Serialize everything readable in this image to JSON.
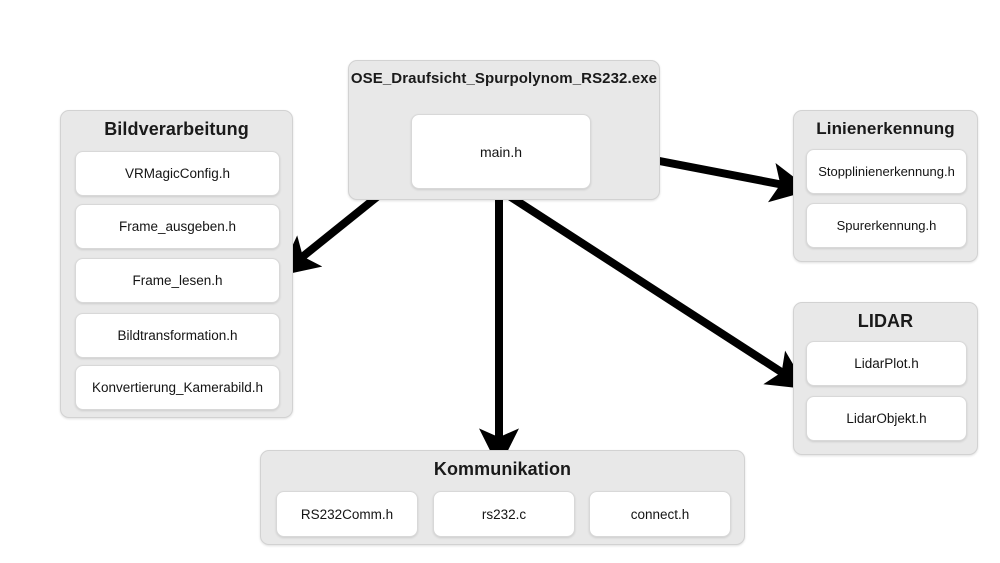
{
  "diagram": {
    "title": "OSE_Draufsicht_Spurpolynom_RS232.exe",
    "background_color": "#ffffff",
    "group_fill_color": "#e8e8e8",
    "node_fill_color": "#ffffff",
    "arrow_color": "#000000",
    "executable": {
      "label": "OSE_Draufsicht_Spurpolynom_RS232.exe",
      "nodes": [
        {
          "label": "main.h"
        }
      ]
    },
    "groups": [
      {
        "id": "bildverarbeitung",
        "title": "Bildverarbeitung",
        "nodes": [
          {
            "label": "VRMagicConfig.h"
          },
          {
            "label": "Frame_ausgeben.h"
          },
          {
            "label": "Frame_lesen.h"
          },
          {
            "label": "Bildtransformation.h"
          },
          {
            "label": "Konvertierung_Kamerabild.h"
          }
        ]
      },
      {
        "id": "linienerkennung",
        "title": "Linienerkennung",
        "nodes": [
          {
            "label": "Stopplinienerkennung.h"
          },
          {
            "label": "Spurerkennung.h"
          }
        ]
      },
      {
        "id": "lidar",
        "title": "LIDAR",
        "nodes": [
          {
            "label": "LidarPlot.h"
          },
          {
            "label": "LidarObjekt.h"
          }
        ]
      },
      {
        "id": "kommunikation",
        "title": "Kommunikation",
        "nodes": [
          {
            "label": "RS232Comm.h"
          },
          {
            "label": "rs232.c"
          },
          {
            "label": "connect.h"
          }
        ]
      }
    ],
    "connections": [
      {
        "from": "main.h",
        "to": "Bildverarbeitung",
        "direction": "down-left"
      },
      {
        "from": "main.h",
        "to": "Linienerkennung",
        "direction": "right"
      },
      {
        "from": "main.h",
        "to": "LIDAR",
        "direction": "down-right"
      },
      {
        "from": "main.h",
        "to": "Kommunikation",
        "direction": "down"
      }
    ]
  }
}
